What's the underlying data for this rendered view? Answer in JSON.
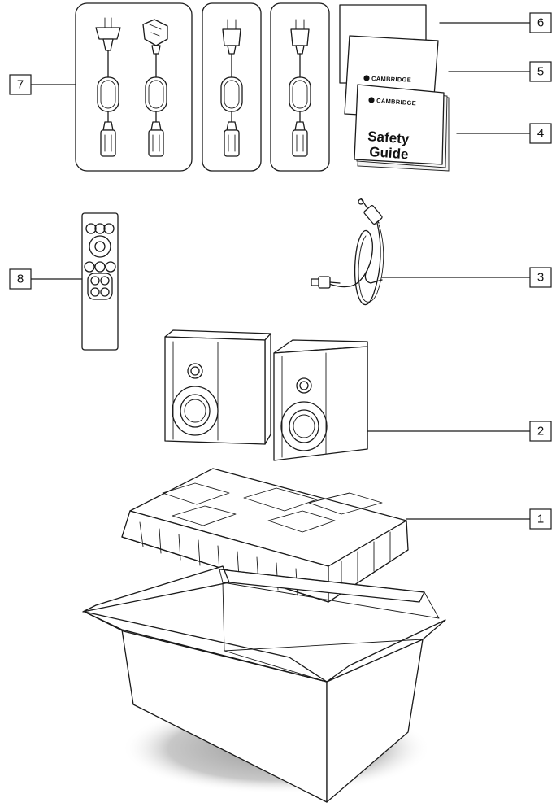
{
  "callouts": {
    "c1": "1",
    "c2": "2",
    "c3": "3",
    "c4": "4",
    "c5": "5",
    "c6": "6",
    "c7": "7",
    "c8": "8"
  },
  "booklets": {
    "brand_back": "CAMBRIDGE",
    "brand_front": "CAMBRIDGE",
    "guide_line1": "Safety",
    "guide_line2": "Guide"
  },
  "colors": {
    "line": "#1a1a1a",
    "shadow": "#bdbdbd"
  }
}
